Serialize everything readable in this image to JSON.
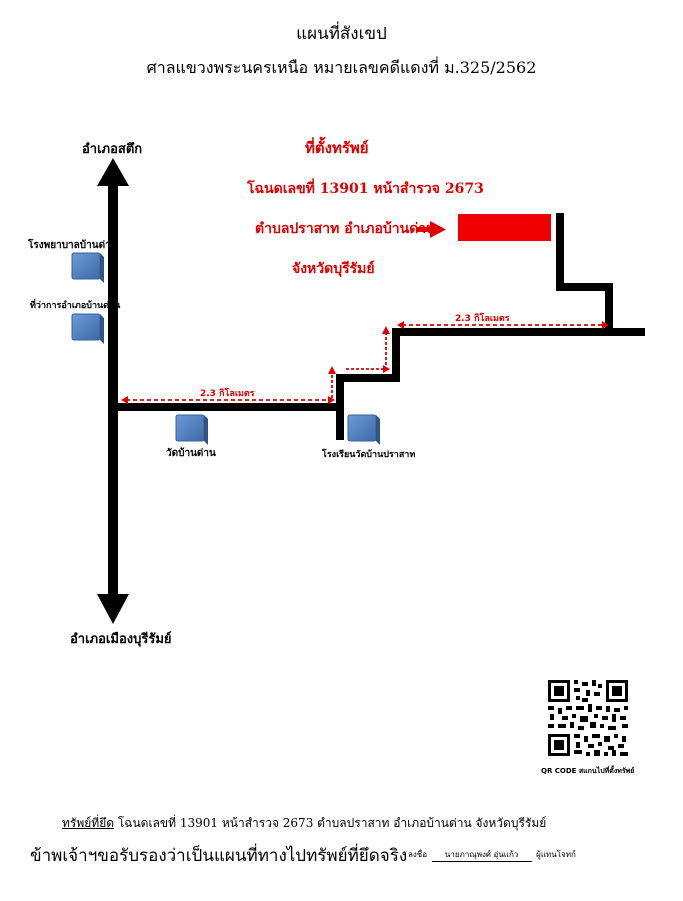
{
  "header": {
    "title": "แผนที่สังเขป",
    "subtitle": "ศาลแขวงพระนครเหนือ หมายเลขคดีแดงที่ ม.325/2562"
  },
  "map": {
    "north_label": "อำเภอสตึก",
    "south_label": "อำเภอเมืองบุรีรัมย์",
    "landmarks": {
      "hospital": "โรงพยาบาลบ้านด่าน",
      "district_office": "ที่ว่าการอำเภอบ้านด่าน",
      "temple": "วัดบ้านด่าน",
      "school": "โรงเรียนวัดบ้านปราสาท"
    },
    "property": {
      "heading": "ที่ตั้งทรัพย์",
      "line1": "โฉนดเลขที่ 13901 หน้าสำรวจ 2673",
      "line2": "ตำบลปราสาท อำเภอบ้านด่าน",
      "line3": "จังหวัดบุรีรัมย์"
    },
    "distances": {
      "first_leg": "2.3 กิโลเมตร",
      "second_leg": "2.3 กิโลเมตร"
    },
    "colors": {
      "road": "#000000",
      "property": "#ee0000",
      "annotation": "#e00000",
      "building": "#4f81bd"
    }
  },
  "qr": {
    "caption": "QR CODE สแกนไปที่ตั้งทรัพย์"
  },
  "footer": {
    "seized_label": "ทรัพย์ที่ยึด",
    "seized_text": "โฉนดเลขที่  13901  หน้าสำรวจ  2673  ตำบลปราสาท อำเภอบ้านด่าน  จังหวัดบุรีรัมย์",
    "certify": "ข้าพเจ้าฯขอรับรองว่าเป็นแผนที่ทางไปทรัพย์ที่ยึดจริง",
    "sign_prefix": "ลงชื่อ",
    "signer_name": "นายภาณุพงศ์ อุ่นแก้ว",
    "signer_role": "ผู้แทนโจทก์"
  }
}
